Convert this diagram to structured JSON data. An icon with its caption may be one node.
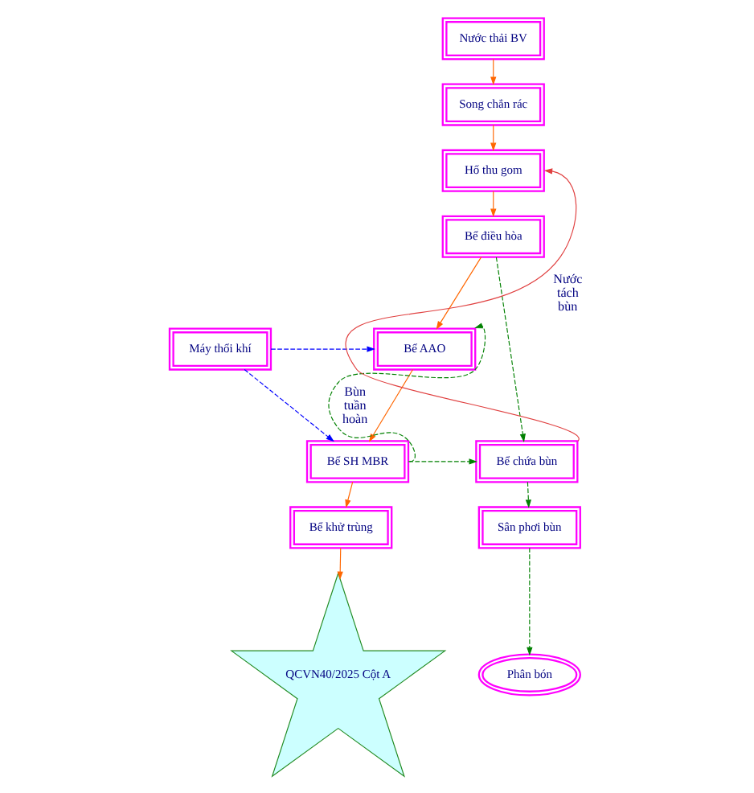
{
  "diagram": {
    "nodes": [
      {
        "text": [
          "Nước thải BV"
        ]
      },
      {
        "text": [
          "Song chắn rác"
        ]
      },
      {
        "text": [
          "Hố thu gom"
        ]
      },
      {
        "text": [
          "Bể điều hòa"
        ]
      },
      {
        "text": [
          "Máy thổi khí"
        ]
      },
      {
        "text": [
          "Bể AAO"
        ]
      },
      {
        "text": [
          "Bể SH MBR"
        ]
      },
      {
        "text": [
          "Bể chứa bùn"
        ]
      },
      {
        "text": [
          "Bể khử trùng"
        ]
      },
      {
        "text": [
          "Sân phơi bùn"
        ]
      },
      {
        "text": [
          "QCVN40/2025 Cột A"
        ]
      },
      {
        "text": [
          "Phân bón"
        ]
      }
    ],
    "edges": [
      {
        "from": 0,
        "to": 1,
        "arrow": "to"
      },
      {
        "from": 1,
        "to": 2,
        "arrow": "to"
      },
      {
        "from": 2,
        "to": 3,
        "arrow": "to"
      },
      {
        "from": 3,
        "to": 5,
        "arrow": "to"
      },
      {
        "from": 4,
        "to": 5,
        "arrow": "to",
        "style": "dashed",
        "color": "#0000ff"
      },
      {
        "from": 4,
        "to": 6,
        "arrow": "to",
        "style": "dashed",
        "color": "#0000ff"
      },
      {
        "from": 5,
        "to": 6,
        "arrow": "to"
      },
      {
        "from": 6,
        "to": 8,
        "arrow": "to"
      },
      {
        "from": 8,
        "to": 10,
        "arrow": "to"
      },
      {
        "from": 3,
        "to": 7,
        "arrow": "to",
        "style": "dashed",
        "color": "#008000"
      },
      {
        "from": 6,
        "to": 5,
        "arrow": "to",
        "style": "dashed",
        "color": "#008000",
        "label": "Bùn tuần hoàn"
      },
      {
        "from": 6,
        "to": 7,
        "arrow": "to",
        "style": "dashed",
        "color": "#008000"
      },
      {
        "from": 7,
        "to": 2,
        "arrow": "to",
        "color": "#e04040",
        "label": "Nước tách bùn"
      },
      {
        "from": 7,
        "to": 9,
        "arrow": "to",
        "style": "dashed",
        "color": "#008000"
      },
      {
        "from": 9,
        "to": 11,
        "arrow": "to",
        "style": "dashed",
        "color": "#008000"
      }
    ]
  }
}
